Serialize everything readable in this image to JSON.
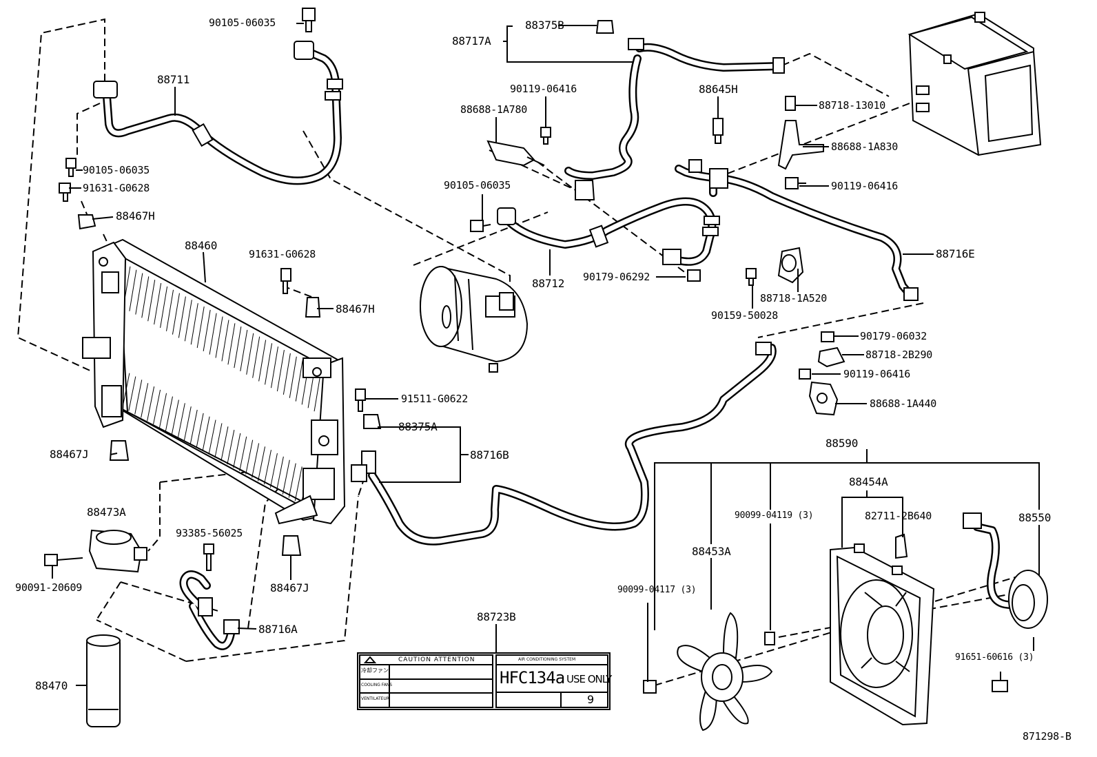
{
  "labels": {
    "p90105_06035_top": "90105-06035",
    "p88711": "88711",
    "p90105_06035_left": "90105-06035",
    "p91631_g0628_left": "91631-G0628",
    "p88467h_left": "88467H",
    "p88460": "88460",
    "p91631_g0628_mid": "91631-G0628",
    "p88467h_mid": "88467H",
    "p88467j_left": "88467J",
    "p88473a": "88473A",
    "p90091_20609": "90091-20609",
    "p93385_56025": "93385-56025",
    "p88467j_mid": "88467J",
    "p88716a": "88716A",
    "p88470": "88470",
    "p91511_g0622": "91511-G0622",
    "p88375a": "88375A",
    "p88716b": "88716B",
    "p88717a": "88717A",
    "p88375b": "88375B",
    "p90119_06416_a": "90119-06416",
    "p88688_1a780": "88688-1A780",
    "p90105_06035_mid": "90105-06035",
    "p88712": "88712",
    "p90179_06292": "90179-06292",
    "p88645h": "88645H",
    "p88718_13010": "88718-13010",
    "p88688_1a830": "88688-1A830",
    "p90119_06416_b": "90119-06416",
    "p88716e": "88716E",
    "p88718_1a520": "88718-1A520",
    "p90159_50028": "90159-50028",
    "p90179_06032": "90179-06032",
    "p88718_2b290": "88718-2B290",
    "p90119_06416_c": "90119-06416",
    "p88688_1a440": "88688-1A440",
    "p88590": "88590",
    "p88454a": "88454A",
    "p90099_04119": "90099-04119 (3)",
    "p82711_2b640": "82711-2B640",
    "p88550": "88550",
    "p88453a": "88453A",
    "p90099_04117": "90099-04117 (3)",
    "p91651_60616": "91651-60616 (3)",
    "p88723b": "88723B",
    "diagram_code": "871298-B"
  },
  "caution_label": {
    "caution_heading": "CAUTION  ATTENTION",
    "row1_text": "冷却ファン",
    "row2_text": "COOLING FANS",
    "row3_text": "VENTILATEUR",
    "system_title": "AIR CONDITIONING SYSTEM",
    "refrigerant": "HFC134a",
    "use_only": "USE ONLY",
    "number": "9"
  }
}
